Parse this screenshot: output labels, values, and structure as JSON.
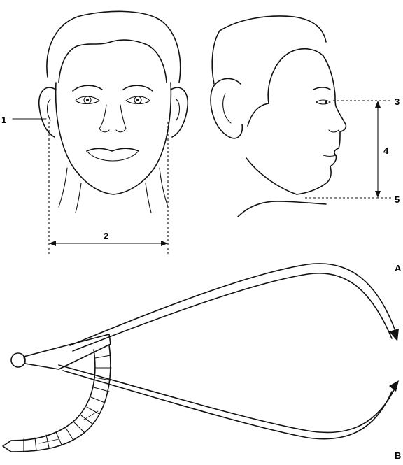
{
  "panels": [
    {
      "id": "A",
      "label": "A"
    },
    {
      "id": "B",
      "label": "B"
    }
  ],
  "callouts": [
    "1",
    "2",
    "3",
    "4",
    "5"
  ]
}
